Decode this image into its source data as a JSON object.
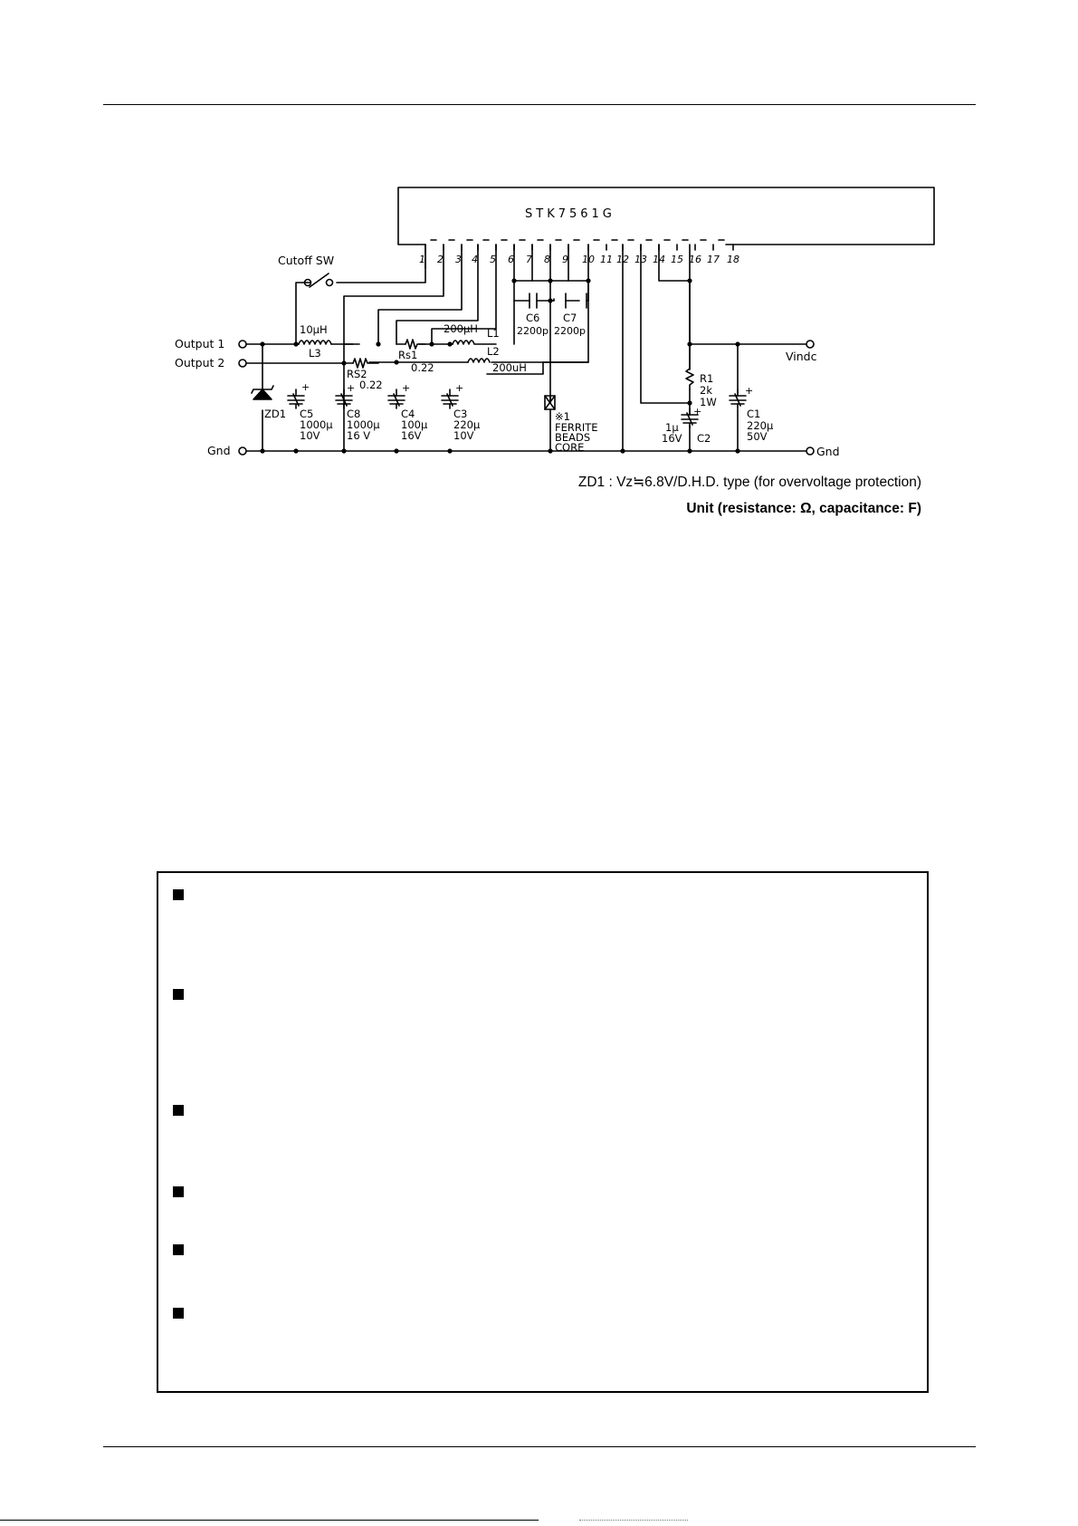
{
  "schematic": {
    "ic_name": "STK7561G",
    "pins": [
      "1",
      "2",
      "3",
      "4",
      "5",
      "6",
      "7",
      "8",
      "9",
      "10",
      "11",
      "12",
      "13",
      "14",
      "15",
      "16",
      "17",
      "18"
    ],
    "cutoff_sw": "Cutoff SW",
    "output1": "Output 1",
    "output2": "Output 2",
    "gnd_left": "Gnd",
    "gnd_right": "Gnd",
    "vindc": "Vindc",
    "l3": {
      "value": "10µH",
      "name": "L3"
    },
    "rs2": {
      "name": "RS2",
      "value": "0.22"
    },
    "rs1": {
      "name": "Rs1",
      "value": "0.22"
    },
    "l1": {
      "value": "200µH",
      "name": "L1"
    },
    "l2": {
      "name": "L2",
      "value": "200uH"
    },
    "c6": {
      "name": "C6",
      "value": "2200p"
    },
    "c7": {
      "name": "C7",
      "value": "2200p"
    },
    "zd1": "ZD1",
    "c5": {
      "name": "C5",
      "value": "1000µ",
      "voltage": "10V"
    },
    "c8": {
      "name": "C8",
      "value": "1000µ",
      "voltage": "16 V"
    },
    "c4": {
      "name": "C4",
      "value": "100µ",
      "voltage": "16V"
    },
    "c3": {
      "name": "C3",
      "value": "220µ",
      "voltage": "10V"
    },
    "ferrite": {
      "mark": "※1",
      "line1": "FERRITE",
      "line2": "BEADS",
      "line3": "CORE"
    },
    "r1": {
      "name": "R1",
      "value": "2k",
      "power": "1W"
    },
    "c2": {
      "name": "C2",
      "value": "1µ",
      "voltage": "16V"
    },
    "c1": {
      "name": "C1",
      "value": "220µ",
      "voltage": "50V"
    },
    "plus": "+"
  },
  "notes": {
    "zd1_note": "ZD1 : Vz≒6.8V/D.H.D. type (for overvoltage protection)",
    "unit_note": "Unit (resistance: Ω, capacitance: F)"
  },
  "notice_box": {
    "bullet_count": 6
  }
}
